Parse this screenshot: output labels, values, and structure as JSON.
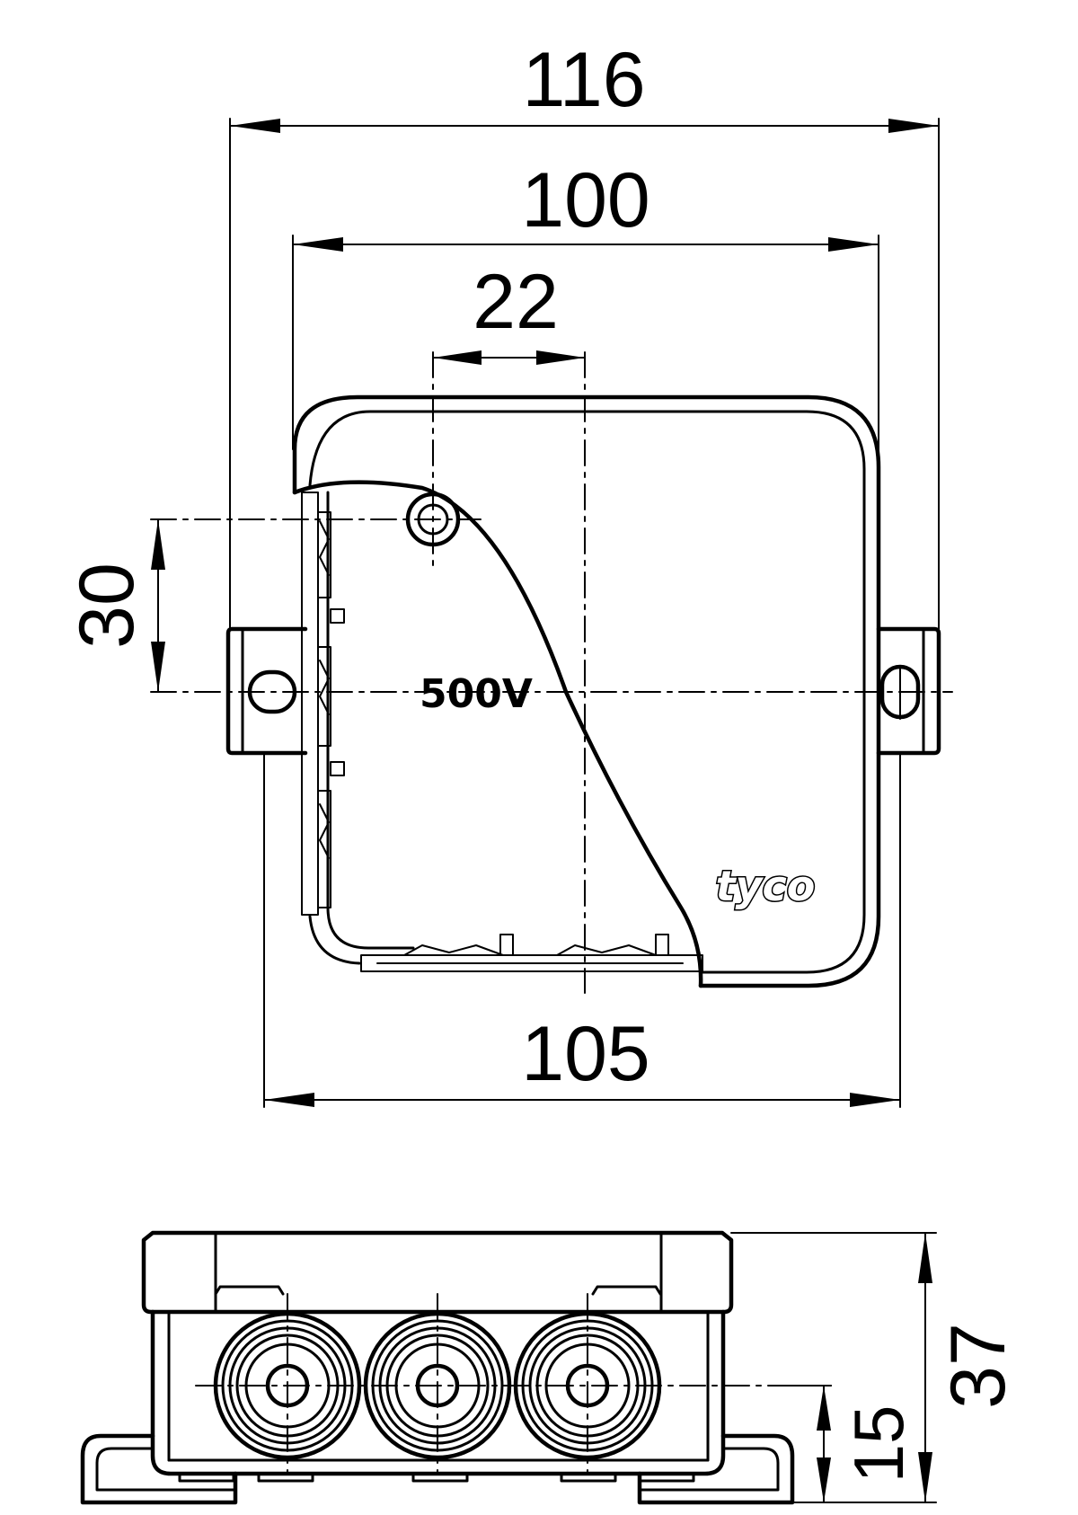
{
  "dimensions": {
    "overall_width": "116",
    "body_width": "100",
    "screw_spacing": "22",
    "screw_offset": "30",
    "bottom_width": "105",
    "height": "37",
    "entry_height": "15"
  },
  "labels": {
    "voltage": "500V",
    "brand_logo": "tyco"
  }
}
